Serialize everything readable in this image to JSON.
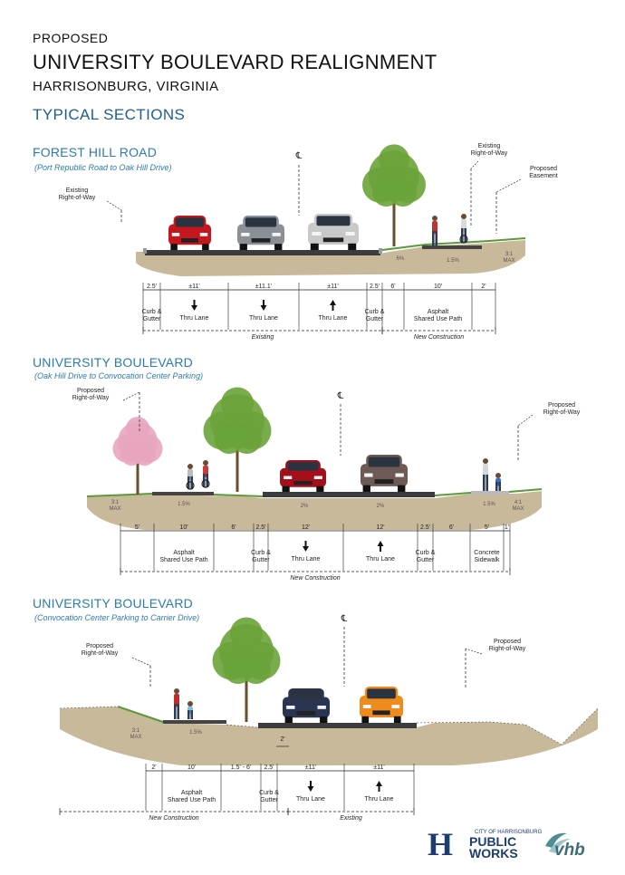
{
  "header": {
    "proposed": "PROPOSED",
    "title": "UNIVERSITY BOULEVARD REALIGNMENT",
    "location": "HARRISONBURG, VIRGINIA",
    "typical_sections": "TYPICAL SECTIONS"
  },
  "centerline_symbol": "℄",
  "sections": [
    {
      "title": "FOREST HILL ROAD",
      "subtitle": "(Port Republic Road to Oak Hill Drive)",
      "labels": {
        "row_left": "Existing\nRight-of-Way",
        "row_right": "Existing\nRight-of-Way",
        "easement": "Proposed\nEasement"
      },
      "slopes": [
        "6%",
        "1.5%",
        "3:1\nMAX"
      ],
      "dims": [
        {
          "w": "2.5'",
          "d": "Curb &\nGutter"
        },
        {
          "w": "±11'",
          "d": "Thru Lane",
          "dir": "down"
        },
        {
          "w": "±11.1'",
          "d": "Thru Lane",
          "dir": "down"
        },
        {
          "w": "±11'",
          "d": "Thru Lane",
          "dir": "up"
        },
        {
          "w": "2.5'",
          "d": "Curb &\nGutter"
        },
        {
          "w": "6'",
          "d": ""
        },
        {
          "w": "10'",
          "d": "Asphalt\nShared Use Path"
        },
        {
          "w": "2'",
          "d": ""
        }
      ],
      "construction": [
        "Existing",
        "New Construction"
      ]
    },
    {
      "title": "UNIVERSITY BOULEVARD",
      "subtitle": "(Oak Hill Drive to Convocation Center Parking)",
      "labels": {
        "row_left": "Proposed\nRight-of-Way",
        "row_right": "Proposed\nRight-of-Way"
      },
      "slopes": [
        "3:1\nMAX",
        "1.5%",
        "2%",
        "2%",
        "1.5%",
        "4:1\nMAX"
      ],
      "dims": [
        {
          "w": "5'",
          "d": ""
        },
        {
          "w": "10'",
          "d": "Asphalt\nShared Use Path"
        },
        {
          "w": "6'",
          "d": ""
        },
        {
          "w": "2.5'",
          "d": "Curb &\nGutter"
        },
        {
          "w": "12'",
          "d": "Thru Lane",
          "dir": "down"
        },
        {
          "w": "12'",
          "d": "Thru Lane",
          "dir": "up"
        },
        {
          "w": "2.5'",
          "d": "Curb &\nGutter"
        },
        {
          "w": "6'",
          "d": ""
        },
        {
          "w": "5'",
          "d": "Concrete\nSidewalk"
        },
        {
          "w": "1'",
          "d": ""
        }
      ],
      "construction": [
        "New Construction"
      ]
    },
    {
      "title": "UNIVERSITY BOULEVARD",
      "subtitle": "(Convocation Center Parking to Carrier Drive)",
      "labels": {
        "row_left": "Proposed\nRight-of-Way",
        "row_right": "Proposed\nRight-of-Way",
        "median_width": "2'"
      },
      "slopes": [
        "3:1\nMAX",
        "1.5%"
      ],
      "dims": [
        {
          "w": "2'",
          "d": ""
        },
        {
          "w": "10'",
          "d": "Asphalt\nShared Use Path"
        },
        {
          "w": "1.5' - 6'",
          "d": ""
        },
        {
          "w": "2.5'",
          "d": "Curb &\nGutter"
        },
        {
          "w": "±11'",
          "d": "Thru Lane",
          "dir": "down"
        },
        {
          "w": "±11'",
          "d": "Thru Lane",
          "dir": "up"
        }
      ],
      "construction": [
        "New Construction",
        "Existing"
      ]
    }
  ],
  "logos": {
    "public_works_city": "CITY OF HARRISONBURG",
    "public_works_1": "PUBLIC",
    "public_works_2": "WORKS",
    "vhb": "vhb"
  },
  "colors": {
    "heading_blue": "#1d5f8c",
    "section_blue": "#2b7bb0",
    "soil": "#c9b99b",
    "pavement": "#3c3c3c",
    "grass": "#5a9a3a",
    "tree": "#6aa33a",
    "redbud": "#e8a5c0"
  }
}
